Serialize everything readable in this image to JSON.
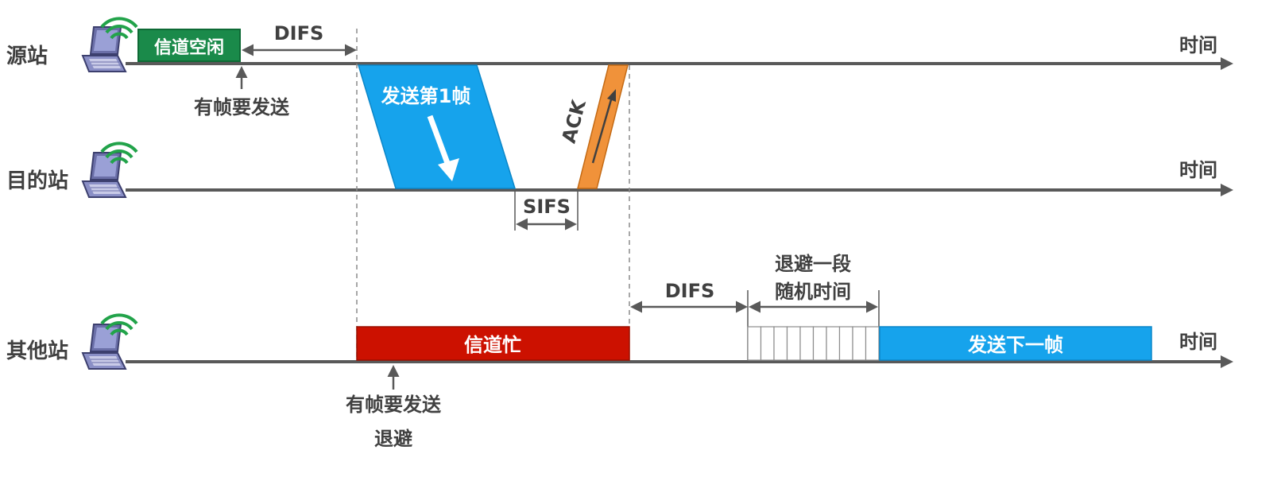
{
  "stations": {
    "source": "源站",
    "destination": "目的站",
    "other": "其他站"
  },
  "axis_label": "时间",
  "source_events": {
    "idle_label": "信道空闲",
    "has_frame_label": "有帧要发送",
    "difs_label": "DIFS"
  },
  "transfer": {
    "frame_label": "发送第1帧",
    "ack_label": "ACK",
    "sifs_label": "SIFS"
  },
  "other_events": {
    "busy_label": "信道忙",
    "has_frame_label": "有帧要发送",
    "backoff_label": "退避",
    "difs_label": "DIFS",
    "backoff_random_line1": "退避一段",
    "backoff_random_line2": "随机时间",
    "next_frame_label": "发送下一帧",
    "backoff_slot_count": 10
  },
  "colors": {
    "axis": "#595959",
    "idle_green": "#1a8a4a",
    "frame_blue": "#16a3ec",
    "ack_orange": "#f0923a",
    "busy_red": "#cc1100",
    "text": "#404040"
  }
}
